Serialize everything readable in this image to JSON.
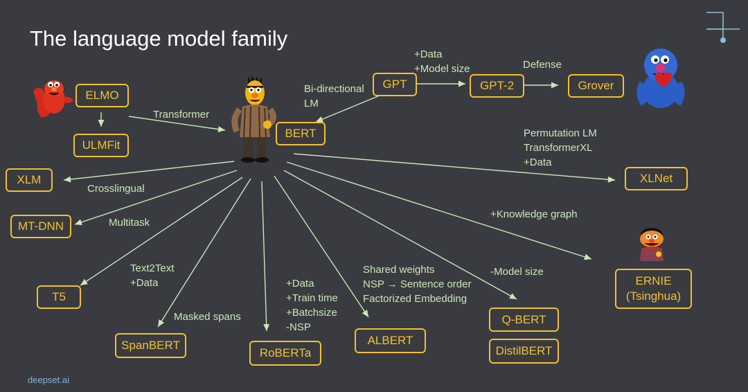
{
  "title": "The language model family",
  "footer": "deepset.ai",
  "colors": {
    "background": "#3a3b40",
    "box": "#f2c12e",
    "arrow": "#c9e8b8",
    "label": "#c9e8b8"
  },
  "nodes": {
    "elmo": "ELMO",
    "ulmfit": "ULMFit",
    "gpt": "GPT",
    "gpt2": "GPT-2",
    "grover": "Grover",
    "bert": "BERT",
    "xlm": "XLM",
    "xlnet": "XLNet",
    "mtdnn": "MT-DNN",
    "ernie_1": "ERNIE",
    "ernie_2": "(Tsinghua)",
    "t5": "T5",
    "spanbert": "SpanBERT",
    "roberta": "RoBERTa",
    "albert": "ALBERT",
    "qbert": "Q-BERT",
    "distilbert": "DistilBERT"
  },
  "labels": {
    "gpt2_1": "+Data",
    "gpt2_2": "+Model size",
    "defense": "Defense",
    "bidir_1": "Bi-directional",
    "bidir_2": "LM",
    "transformer": "Transformer",
    "xlnet_1": "Permutation LM",
    "xlnet_2": "TransformerXL",
    "xlnet_3": "+Data",
    "crosslingual": "Crosslingual",
    "multitask": "Multitask",
    "kg": "+Knowledge graph",
    "t5_1": "Text2Text",
    "t5_2": "+Data",
    "albert_1": "Shared weights",
    "albert_2": "NSP → Sentence order",
    "albert_3": "Factorized Embedding",
    "modelsize": "-Model size",
    "roberta_1": "+Data",
    "roberta_2": "+Train time",
    "roberta_3": "+Batchsize",
    "roberta_4": "-NSP",
    "masked": "Masked spans"
  },
  "figures": [
    "elmo-character",
    "bert-character",
    "grover-character",
    "ernie-character",
    "corner-logo-icon"
  ]
}
